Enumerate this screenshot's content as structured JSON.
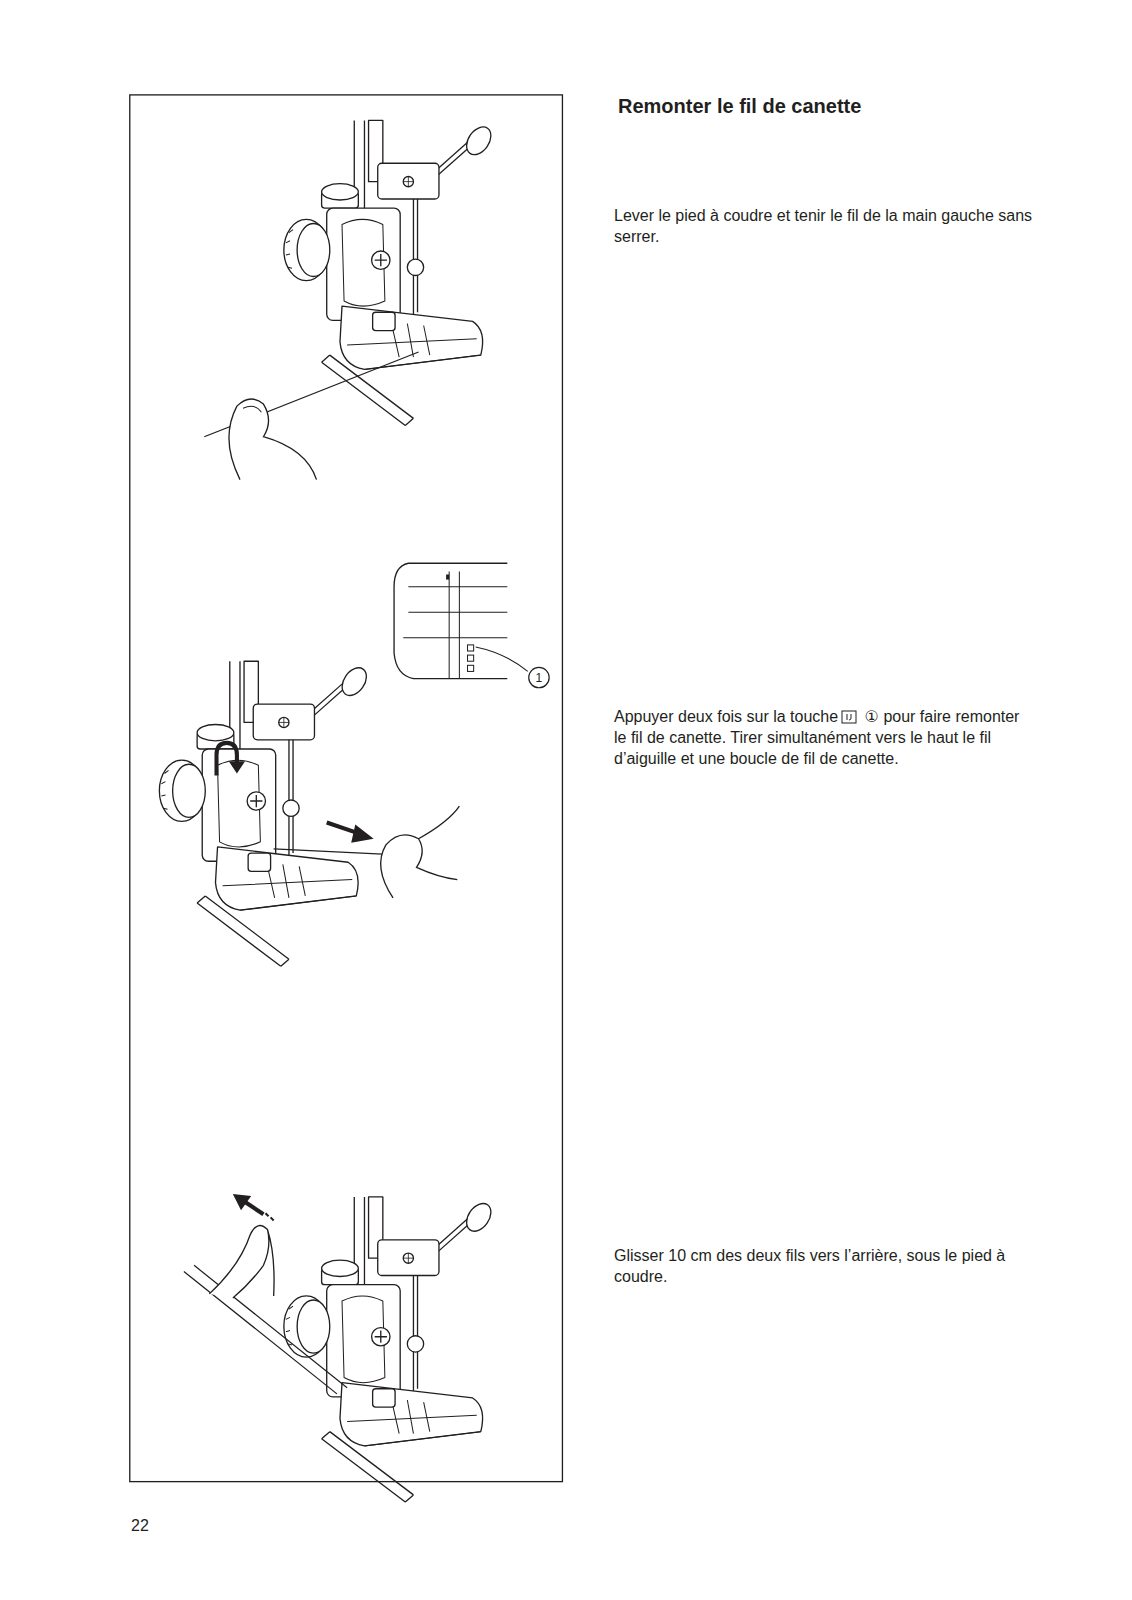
{
  "diagram": {
    "title": "Remonter le fil de canette",
    "labels": [
      "Lever le pied à coudre et tenir le fil de la main gauche sans serrer.",
      "Appuyer deux fois sur la touche",
      "① pour faire remonter le fil de canette. Tirer simultanément vers le haut le fil d’aiguille et une boucle de fil de canette.",
      "Glisser 10 cm des deux fils vers l’arrière, sous le pied à coudre.",
      "1",
      "22"
    ]
  }
}
